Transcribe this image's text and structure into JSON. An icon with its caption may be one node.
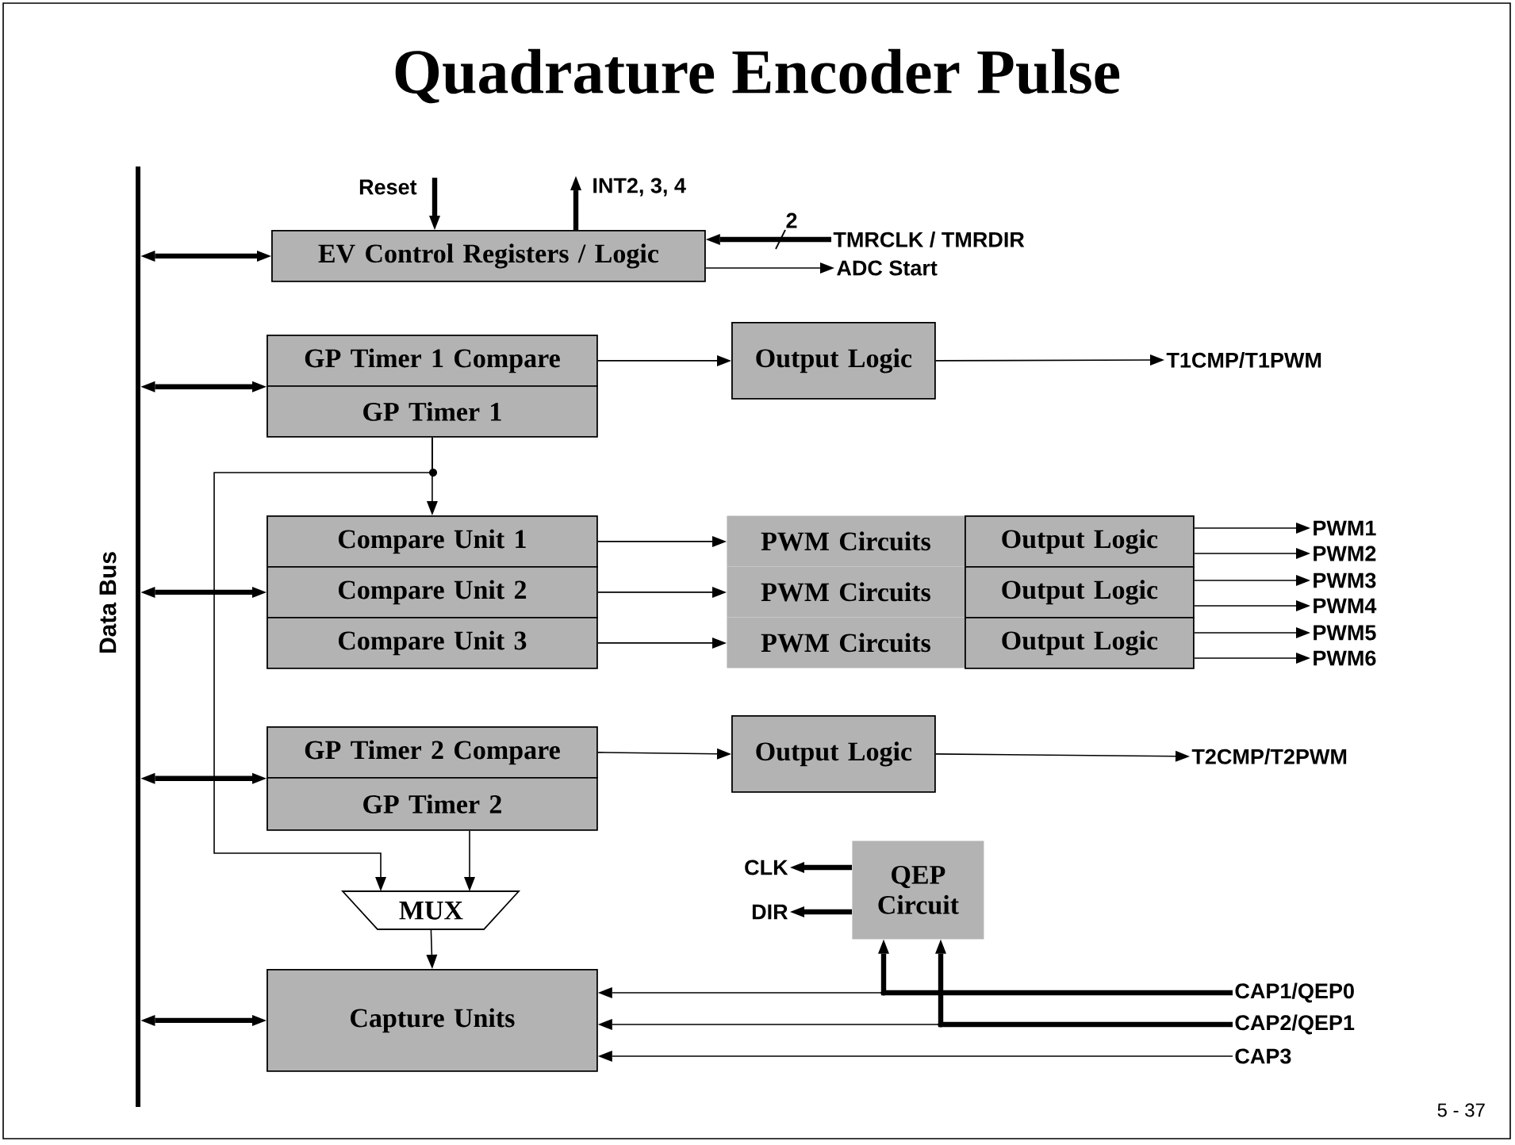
{
  "diagram": {
    "title": "Quadrature Encoder Pulse",
    "nodes": [
      {
        "text": [
          "Data Bus"
        ]
      },
      {
        "text": [
          "Reset"
        ]
      },
      {
        "text": [
          "INT2, 3, 4"
        ]
      },
      {
        "text": [
          "EV Control Registers / Logic"
        ]
      },
      {
        "text": [
          "TMRCLK / TMRDIR"
        ]
      },
      {
        "text": [
          "ADC Start"
        ]
      },
      {
        "text": [
          "GP Timer 1 Compare"
        ]
      },
      {
        "text": [
          "GP Timer 1"
        ]
      },
      {
        "text": [
          "Output Logic"
        ]
      },
      {
        "text": [
          "T1CMP/T1PWM"
        ]
      },
      {
        "text": [
          "Compare Unit 1"
        ]
      },
      {
        "text": [
          "Compare Unit 2"
        ]
      },
      {
        "text": [
          "Compare Unit 3"
        ]
      },
      {
        "text": [
          "PWM Circuits"
        ]
      },
      {
        "text": [
          "Output Logic"
        ]
      },
      {
        "text": [
          "PWM Circuits"
        ]
      },
      {
        "text": [
          "Output Logic"
        ]
      },
      {
        "text": [
          "PWM Circuits"
        ]
      },
      {
        "text": [
          "Output Logic"
        ]
      },
      {
        "text": [
          "PWM1"
        ]
      },
      {
        "text": [
          "PWM2"
        ]
      },
      {
        "text": [
          "PWM3"
        ]
      },
      {
        "text": [
          "PWM4"
        ]
      },
      {
        "text": [
          "PWM5"
        ]
      },
      {
        "text": [
          "PWM6"
        ]
      },
      {
        "text": [
          "GP Timer 2 Compare"
        ]
      },
      {
        "text": [
          "GP Timer 2"
        ]
      },
      {
        "text": [
          "Output Logic"
        ]
      },
      {
        "text": [
          "T2CMP/T2PWM"
        ]
      },
      {
        "text": [
          "CLK"
        ]
      },
      {
        "text": [
          "DIR"
        ]
      },
      {
        "text": [
          "QEP Circuit"
        ]
      },
      {
        "text": [
          "MUX"
        ]
      },
      {
        "text": [
          "Capture Units"
        ]
      },
      {
        "text": [
          "CAP1/QEP0"
        ]
      },
      {
        "text": [
          "CAP2/QEP1"
        ]
      },
      {
        "text": [
          "CAP3"
        ]
      }
    ],
    "edges": [
      {
        "from": 0,
        "to": 3,
        "arrow": "both",
        "style": "thick"
      },
      {
        "from": 1,
        "to": 3,
        "arrow": "to",
        "style": "thick"
      },
      {
        "from": 3,
        "to": 2,
        "arrow": "to",
        "style": "thick"
      },
      {
        "from": 4,
        "to": 3,
        "arrow": "to",
        "style": "thick",
        "label": "2"
      },
      {
        "from": 3,
        "to": 5,
        "arrow": "to"
      },
      {
        "from": 0,
        "to": 6,
        "arrow": "both",
        "style": "thick"
      },
      {
        "from": 6,
        "to": 8,
        "arrow": "to"
      },
      {
        "from": 8,
        "to": 9,
        "arrow": "to"
      },
      {
        "from": 7,
        "to": 10,
        "arrow": "to"
      },
      {
        "from": 7,
        "to": 32,
        "arrow": "to"
      },
      {
        "from": 0,
        "to": 11,
        "arrow": "both",
        "style": "thick"
      },
      {
        "from": 10,
        "to": 13,
        "arrow": "to"
      },
      {
        "from": 11,
        "to": 15,
        "arrow": "to"
      },
      {
        "from": 12,
        "to": 17,
        "arrow": "to"
      },
      {
        "from": 14,
        "to": 19,
        "arrow": "to"
      },
      {
        "from": 14,
        "to": 20,
        "arrow": "to"
      },
      {
        "from": 16,
        "to": 21,
        "arrow": "to"
      },
      {
        "from": 16,
        "to": 22,
        "arrow": "to"
      },
      {
        "from": 18,
        "to": 23,
        "arrow": "to"
      },
      {
        "from": 18,
        "to": 24,
        "arrow": "to"
      },
      {
        "from": 0,
        "to": 25,
        "arrow": "both",
        "style": "thick"
      },
      {
        "from": 25,
        "to": 27,
        "arrow": "to"
      },
      {
        "from": 27,
        "to": 28,
        "arrow": "to"
      },
      {
        "from": 26,
        "to": 32,
        "arrow": "to"
      },
      {
        "from": 32,
        "to": 33,
        "arrow": "to"
      },
      {
        "from": 31,
        "to": 29,
        "arrow": "to",
        "style": "thick"
      },
      {
        "from": 31,
        "to": 30,
        "arrow": "to",
        "style": "thick"
      },
      {
        "from": 0,
        "to": 33,
        "arrow": "both",
        "style": "thick"
      },
      {
        "from": 34,
        "to": 33,
        "arrow": "to"
      },
      {
        "from": 34,
        "to": 31,
        "arrow": "to",
        "style": "thick"
      },
      {
        "from": 35,
        "to": 33,
        "arrow": "to"
      },
      {
        "from": 35,
        "to": 31,
        "arrow": "to",
        "style": "thick"
      },
      {
        "from": 36,
        "to": 33,
        "arrow": "to"
      }
    ],
    "labels": [
      "5 - 37"
    ]
  }
}
